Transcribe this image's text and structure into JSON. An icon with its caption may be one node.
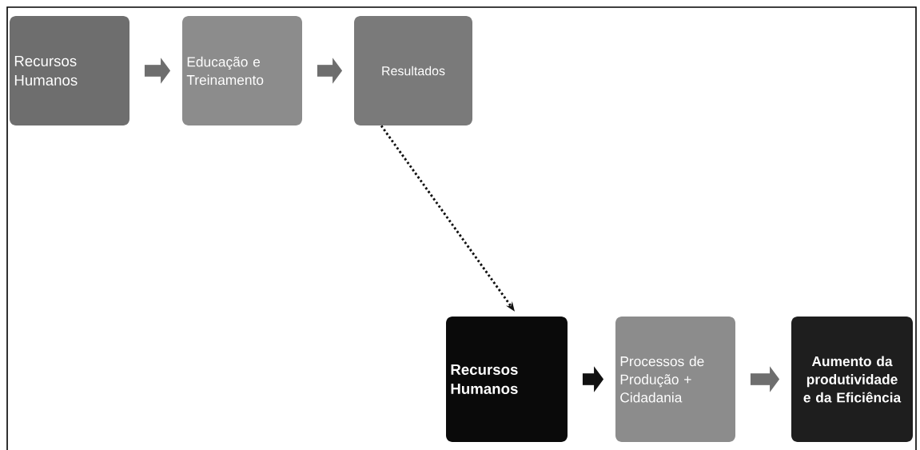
{
  "diagram": {
    "nodes": [
      {
        "text": [
          "Recursos Humanos"
        ]
      },
      {
        "text": [
          "Educação e Treinamento"
        ]
      },
      {
        "text": [
          "Resultados"
        ]
      },
      {
        "text": [
          "Recursos Humanos"
        ]
      },
      {
        "text": [
          "Processos de Produção + Cidadania"
        ]
      },
      {
        "text": [
          "Aumento da produtividade e da Eficiência"
        ]
      }
    ],
    "edges": [
      {
        "from": 0,
        "to": 1,
        "arrow": "to"
      },
      {
        "from": 1,
        "to": 2,
        "arrow": "to"
      },
      {
        "from": 2,
        "to": 3,
        "arrow": "to",
        "style": "dashed",
        "color": "#111111"
      },
      {
        "from": 3,
        "to": 4,
        "arrow": "to",
        "color": "#111111"
      },
      {
        "from": 4,
        "to": 5,
        "arrow": "to"
      }
    ]
  }
}
